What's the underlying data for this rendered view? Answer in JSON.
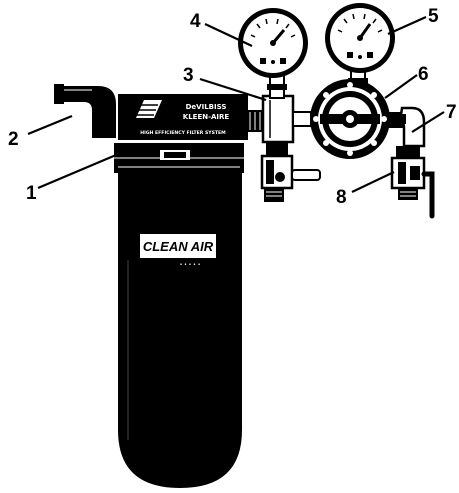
{
  "callouts": [
    {
      "number": "1",
      "target": "filter-head-collar"
    },
    {
      "number": "2",
      "target": "air-inlet-elbow"
    },
    {
      "number": "3",
      "target": "regulator-body"
    },
    {
      "number": "4",
      "target": "left-pressure-gauge"
    },
    {
      "number": "5",
      "target": "right-pressure-gauge"
    },
    {
      "number": "6",
      "target": "regulator-knob"
    },
    {
      "number": "7",
      "target": "outlet-elbow"
    },
    {
      "number": "8",
      "target": "outlet-valve"
    }
  ],
  "head_label": {
    "line1": "DeVILBISS",
    "line2": "KLEEN-AIRE",
    "line3": "HIGH EFFICIENCY FILTER SYSTEM"
  },
  "canister_brand": {
    "name": "CLEAN AIR",
    "subline": "• • • • •"
  },
  "colors": {
    "ink": "#000000",
    "paper": "#ffffff"
  }
}
